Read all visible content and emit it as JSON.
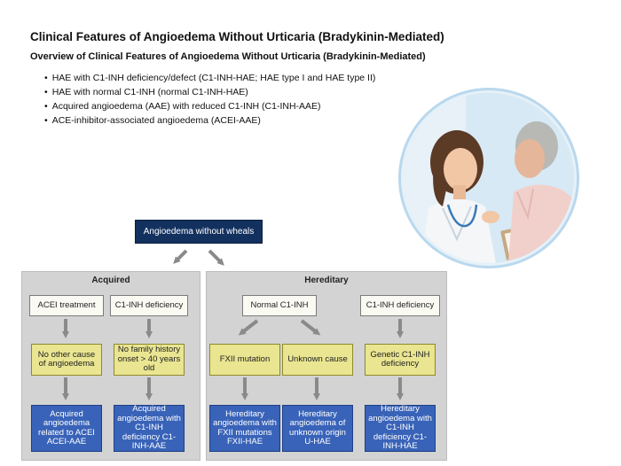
{
  "slide": {
    "title": "Clinical Features of Angioedema Without Urticaria (Bradykinin-Mediated)",
    "subtitle": "Overview of Clinical Features of Angioedema Without Urticaria (Bradykinin-Mediated)",
    "bullets": [
      "HAE with C1-INH deficiency/defect (C1-INH-HAE; HAE type I and HAE type II)",
      "HAE with normal C1-INH (normal C1-INH-HAE)",
      "Acquired angioedema (AAE) with reduced C1-INH (C1-INH-AAE)",
      "ACE-inhibitor-associated angioedema (ACEI-AAE)"
    ]
  },
  "diagram": {
    "root": "Angioedema without wheals",
    "acquired": {
      "title": "Acquired",
      "col1": {
        "top": "ACEI treatment",
        "mid": "No other cause of angioedema",
        "bottom": "Acquired angioedema related to ACEI ACEI-AAE"
      },
      "col2": {
        "top": "C1-INH deficiency",
        "mid": "No family history onset > 40 years old",
        "bottom": "Acquired angioedema with C1-INH deficiency C1-INH-AAE"
      }
    },
    "hereditary": {
      "title": "Hereditary",
      "normal": "Normal C1-INH",
      "fxii": "FXII mutation",
      "unknown": "Unknown cause",
      "fxii_bottom": "Hereditary angioedema with FXII mutations FXII-HAE",
      "unknown_bottom": "Hereditary angioedema of unknown origin U-HAE",
      "deficiency_top": "C1-INH deficiency",
      "deficiency_mid": "Genetic C1-INH deficiency",
      "deficiency_bottom": "Hereditary angioedema with C1-INH deficiency C1-INH-HAE"
    }
  },
  "colors": {
    "root_box": "#13315f",
    "panel": "#d3d3d3",
    "olive_box": "#e9e591",
    "blue_box": "#3963b8",
    "arrow": "#8a8a8a"
  }
}
